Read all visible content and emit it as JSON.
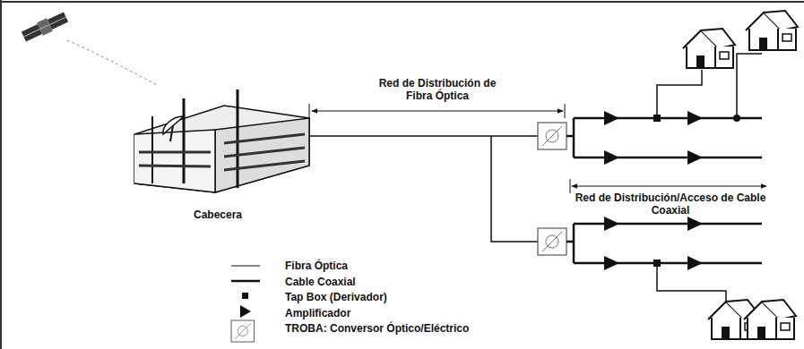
{
  "diagram": {
    "labels": [
      "Red de Distribución de Fibra Óptica",
      "Cabecera",
      "Red de Distribución/Acceso de Cable Coaxial"
    ],
    "legend": [
      {
        "text": "Fibra Óptica"
      },
      {
        "text": "Cable Coaxial"
      },
      {
        "text": "Tap Box (Derivador)"
      },
      {
        "text": "Amplificador"
      },
      {
        "text": "TROBA: Conversor Óptico/Eléctrico"
      }
    ]
  }
}
